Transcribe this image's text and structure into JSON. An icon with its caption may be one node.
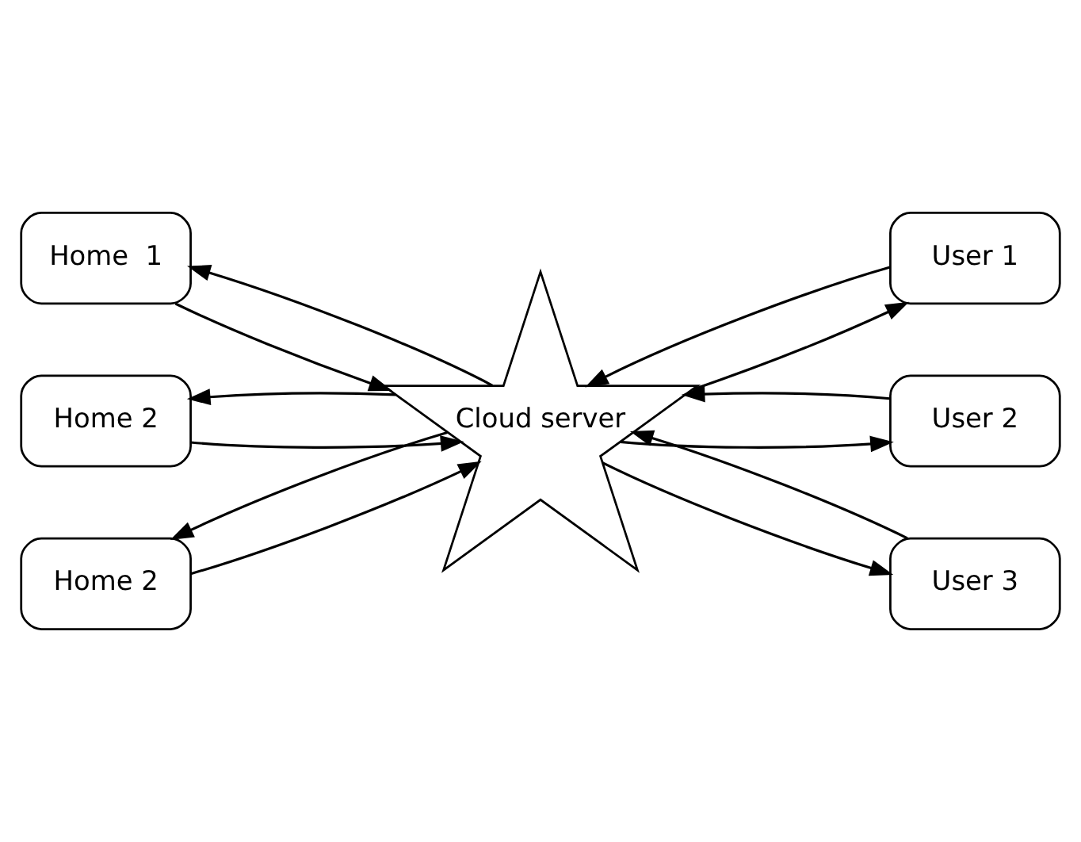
{
  "diagram": {
    "nodes": [
      {
        "text": [
          "Home  1"
        ]
      },
      {
        "text": [
          "Home 2"
        ]
      },
      {
        "text": [
          "Home 2"
        ]
      },
      {
        "text": [
          "Cloud server"
        ]
      },
      {
        "text": [
          "User 1"
        ]
      },
      {
        "text": [
          "User 2"
        ]
      },
      {
        "text": [
          "User 3"
        ]
      }
    ],
    "edges": [
      {
        "from": 0,
        "to": 3,
        "arrow": "to"
      },
      {
        "from": 3,
        "to": 0,
        "arrow": "to"
      },
      {
        "from": 1,
        "to": 3,
        "arrow": "to"
      },
      {
        "from": 3,
        "to": 1,
        "arrow": "to"
      },
      {
        "from": 2,
        "to": 3,
        "arrow": "to"
      },
      {
        "from": 3,
        "to": 2,
        "arrow": "to"
      },
      {
        "from": 3,
        "to": 4,
        "arrow": "to"
      },
      {
        "from": 4,
        "to": 3,
        "arrow": "to"
      },
      {
        "from": 3,
        "to": 5,
        "arrow": "to"
      },
      {
        "from": 5,
        "to": 3,
        "arrow": "to"
      },
      {
        "from": 3,
        "to": 6,
        "arrow": "to"
      },
      {
        "from": 6,
        "to": 3,
        "arrow": "to"
      }
    ]
  }
}
